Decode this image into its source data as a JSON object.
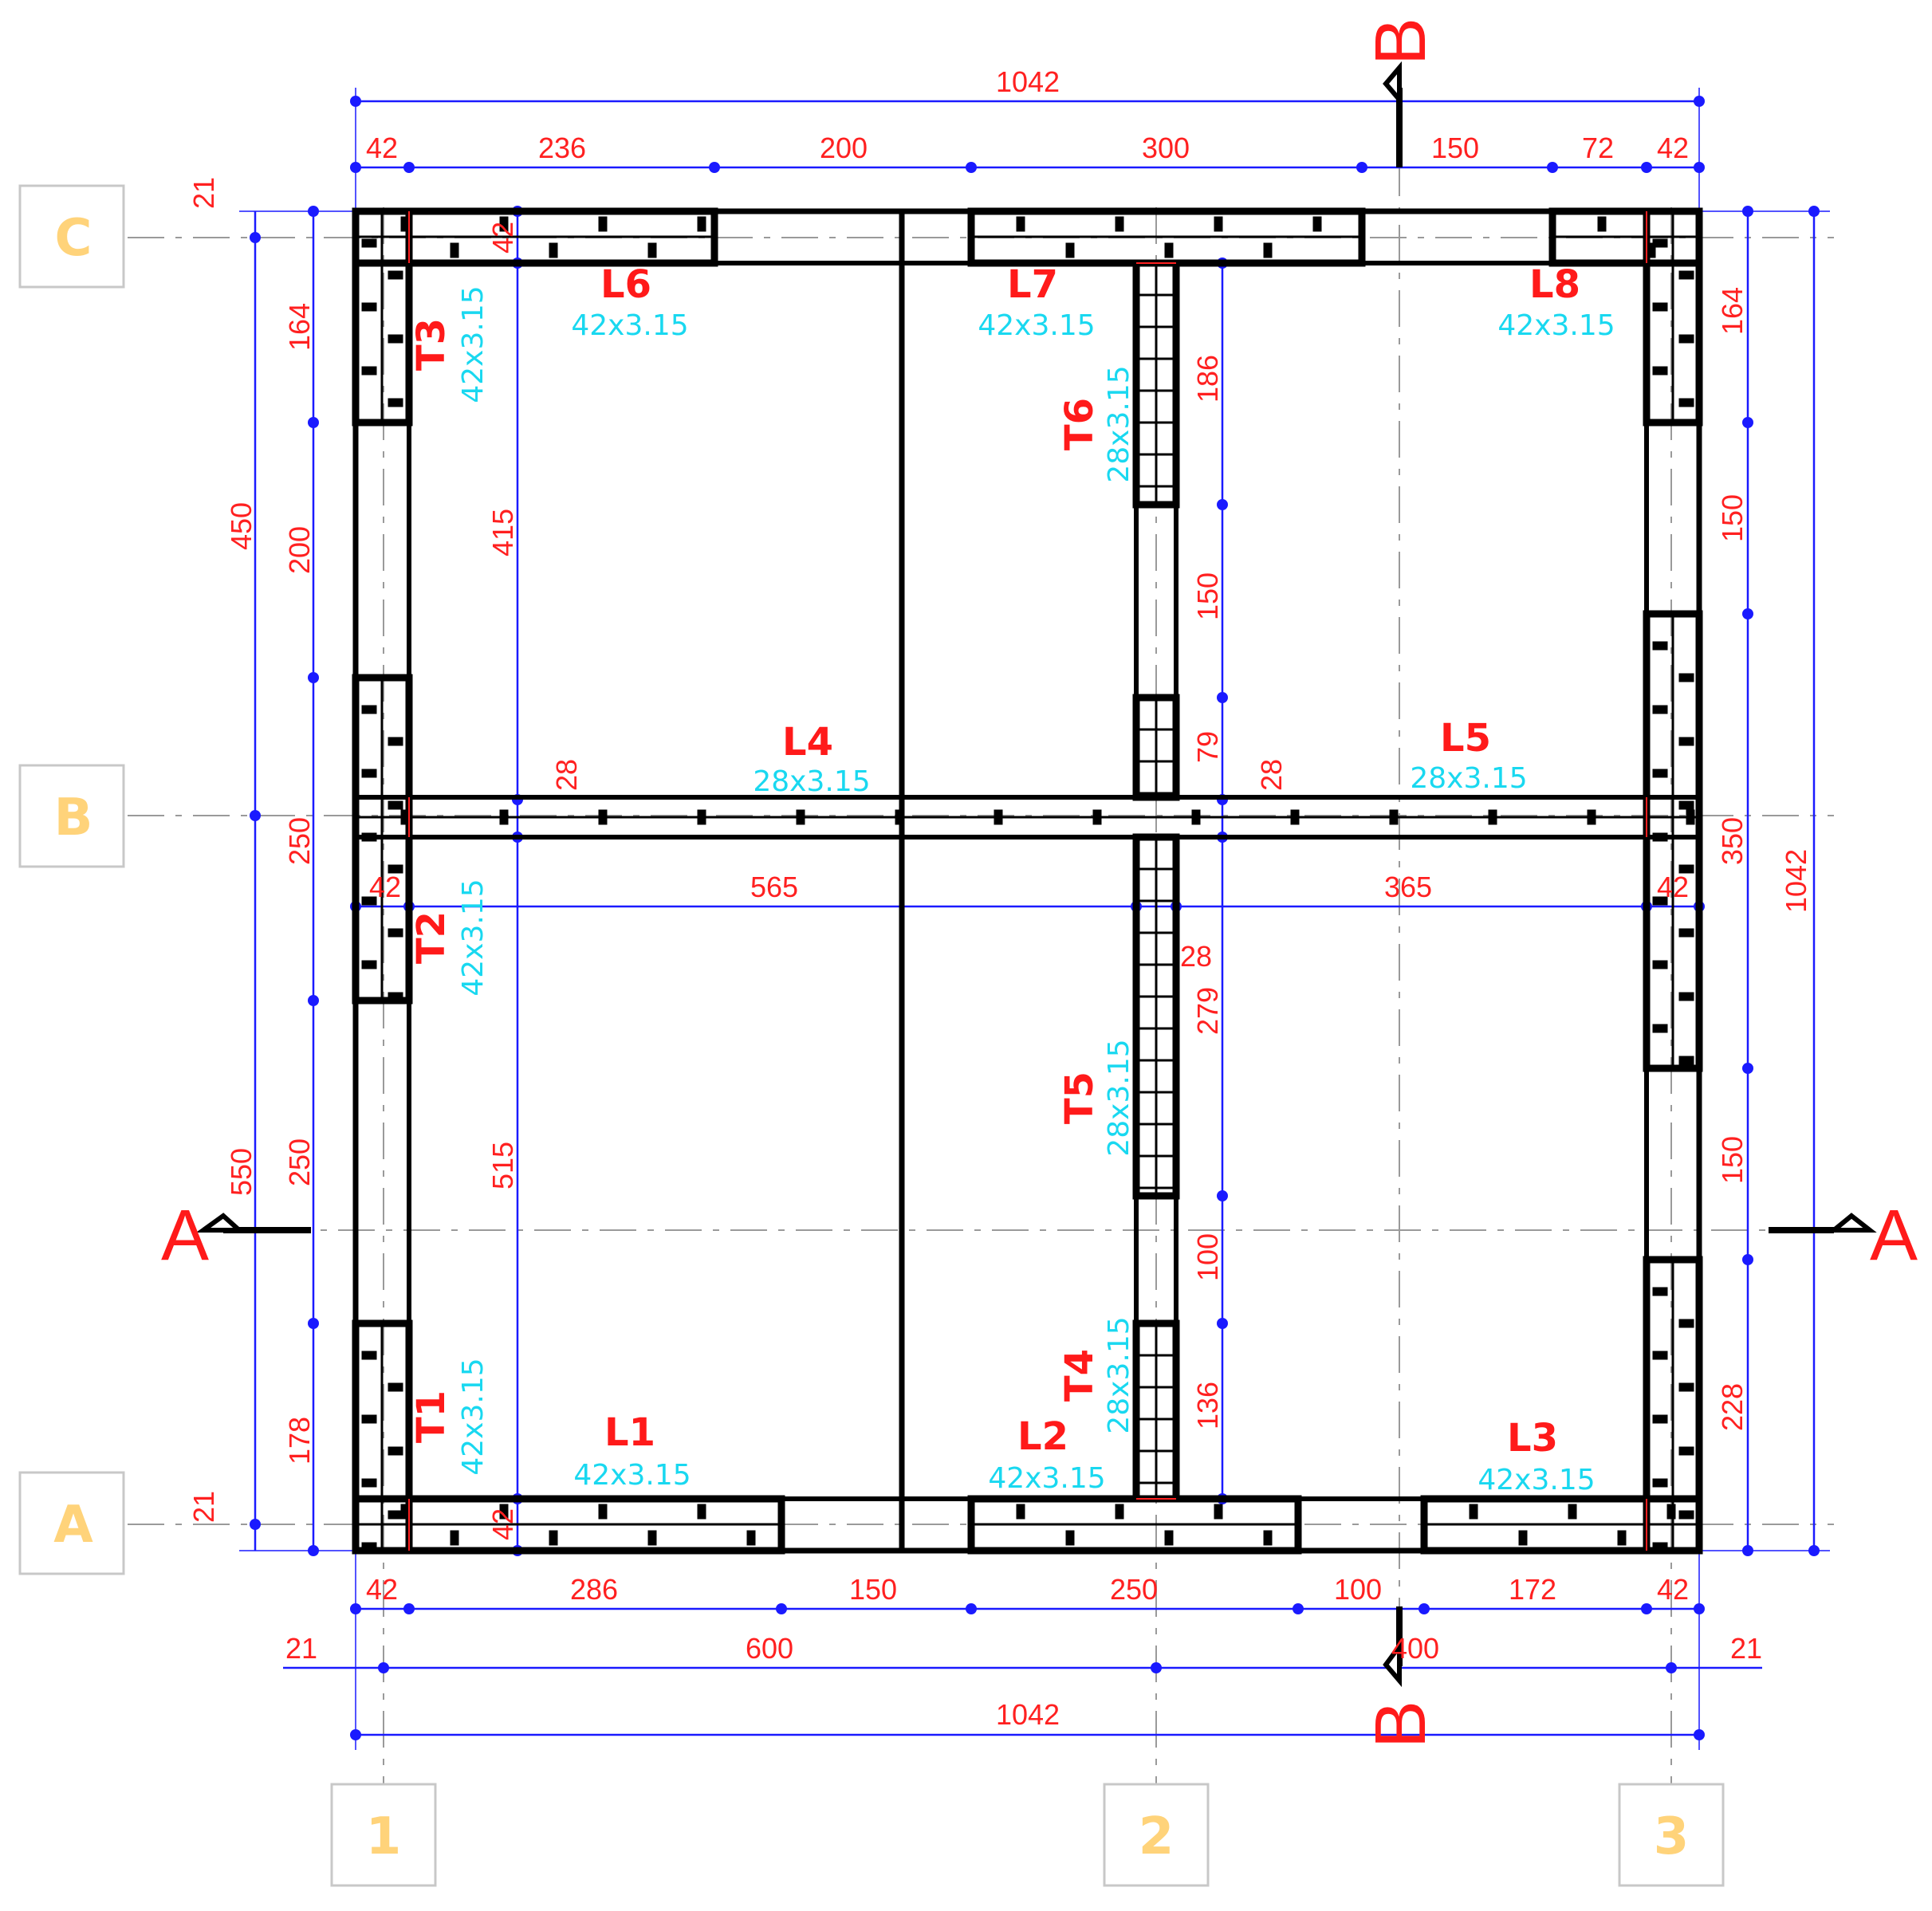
{
  "colors": {
    "wall": "#000000",
    "dimension_line": "#1a1aff",
    "dimension_text": "#ff2020",
    "label_red": "#ff1a1a",
    "label_cyan": "#19d8f0",
    "grid_bubble_text": "#ffd37a",
    "grid_bubble_border": "#c8c8c8",
    "axis_line": "#9a9a9a"
  },
  "grid_labels": {
    "row_c": "C",
    "row_b": "B",
    "row_a": "A",
    "col_1": "1",
    "col_2": "2",
    "col_3": "3"
  },
  "section_marks": {
    "a_left": "A",
    "a_right": "A",
    "b_top": "B",
    "b_bottom": "B"
  },
  "walls": {
    "l1": {
      "name": "L1",
      "size": "42x3.15"
    },
    "l2": {
      "name": "L2",
      "size": "42x3.15"
    },
    "l3": {
      "name": "L3",
      "size": "42x3.15"
    },
    "l4": {
      "name": "L4",
      "size": "28x3.15"
    },
    "l5": {
      "name": "L5",
      "size": "28x3.15"
    },
    "l6": {
      "name": "L6",
      "size": "42x3.15"
    },
    "l7": {
      "name": "L7",
      "size": "42x3.15"
    },
    "l8": {
      "name": "L8",
      "size": "42x3.15"
    },
    "t1": {
      "name": "T1",
      "size": "42x3.15"
    },
    "t2": {
      "name": "T2",
      "size": "42x3.15"
    },
    "t3": {
      "name": "T3",
      "size": "42x3.15"
    },
    "t4": {
      "name": "T4",
      "size": "28x3.15"
    },
    "t5": {
      "name": "T5",
      "size": "28x3.15"
    },
    "t6": {
      "name": "T6",
      "size": "28x3.15"
    }
  },
  "dimensions": {
    "top_total": "1042",
    "top_segments": [
      "42",
      "236",
      "200",
      "300",
      "150",
      "72",
      "42"
    ],
    "bottom_segments": [
      "42",
      "286",
      "150",
      "250",
      "100",
      "172",
      "42"
    ],
    "bottom_axis": [
      "21",
      "600",
      "400",
      "21"
    ],
    "bottom_total": "1042",
    "left_outer": [
      "21",
      "450",
      "550",
      "21"
    ],
    "left_inner": [
      "164",
      "200",
      "250",
      "250",
      "178"
    ],
    "left_interior": [
      "415",
      "515"
    ],
    "left_small": [
      "42",
      "42",
      "42"
    ],
    "middle_horizontal": [
      "565",
      "365",
      "42"
    ],
    "center_vertical": [
      "186",
      "150",
      "79",
      "279",
      "100",
      "136"
    ],
    "center_small": [
      "28",
      "28",
      "28"
    ],
    "right_inner": [
      "164",
      "150",
      "350",
      "150",
      "228"
    ],
    "right_total": "1042"
  }
}
